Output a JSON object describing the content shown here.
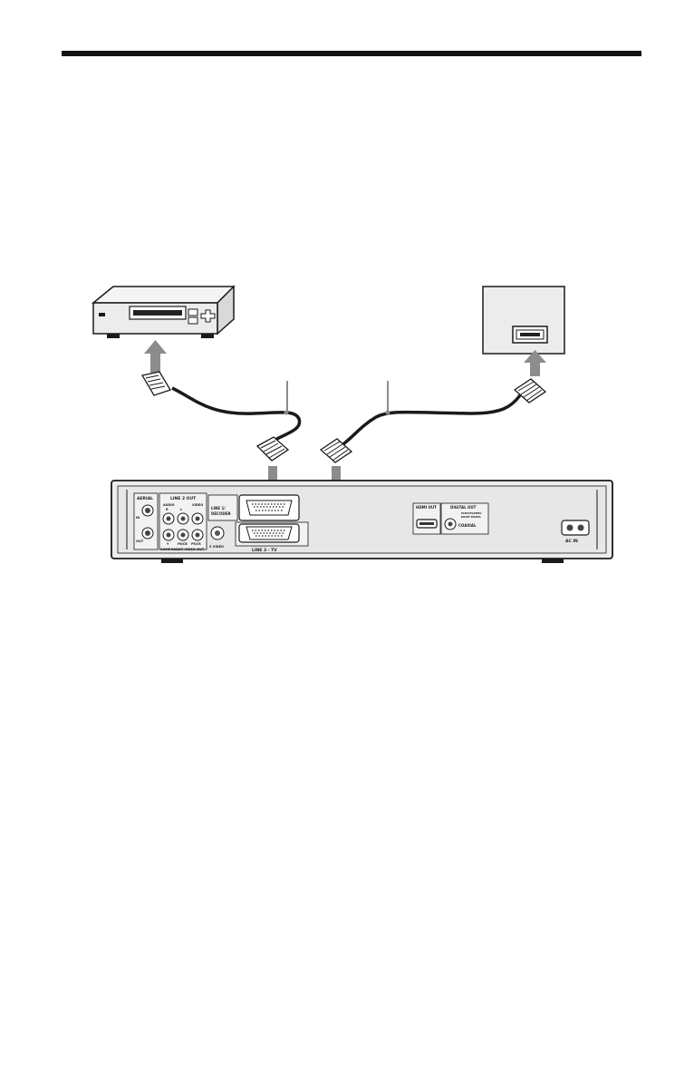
{
  "colors": {
    "rule": "#111111",
    "arrow": "#8c8c8c",
    "device_fill": "#ececec",
    "panel_fill": "#e4e4e4",
    "line": "#1a1a1a"
  },
  "icons": [
    "vcr-icon",
    "tv-icon",
    "scart-plug-icon",
    "down-arrow-icon",
    "up-arrow-icon"
  ],
  "panel": {
    "aerial": "AERIAL",
    "aerial_in": "IN",
    "aerial_out": "OUT",
    "line2_out": "LINE 2 OUT",
    "audio": "AUDIO",
    "audio_r": "R",
    "audio_l": "L",
    "video": "VIDEO",
    "comp_y": "Y",
    "comp_pb": "PB/CB",
    "comp_pr": "PR/CR",
    "component_video_out": "COMPONENT VIDEO OUT",
    "svideo": "S VIDEO",
    "line1_decoder_a": "LINE 1/",
    "line1_decoder_b": "DECODER",
    "line3_tv": "LINE 3 - TV",
    "hdmi_out": "HDMI OUT",
    "digital_out": "DIGITAL OUT",
    "pcm_note_a": "PCM/DTS/MPEG",
    "pcm_note_b": "DOLBY DIGITAL",
    "coaxial": "COAXIAL",
    "ac_in": "AC IN"
  }
}
